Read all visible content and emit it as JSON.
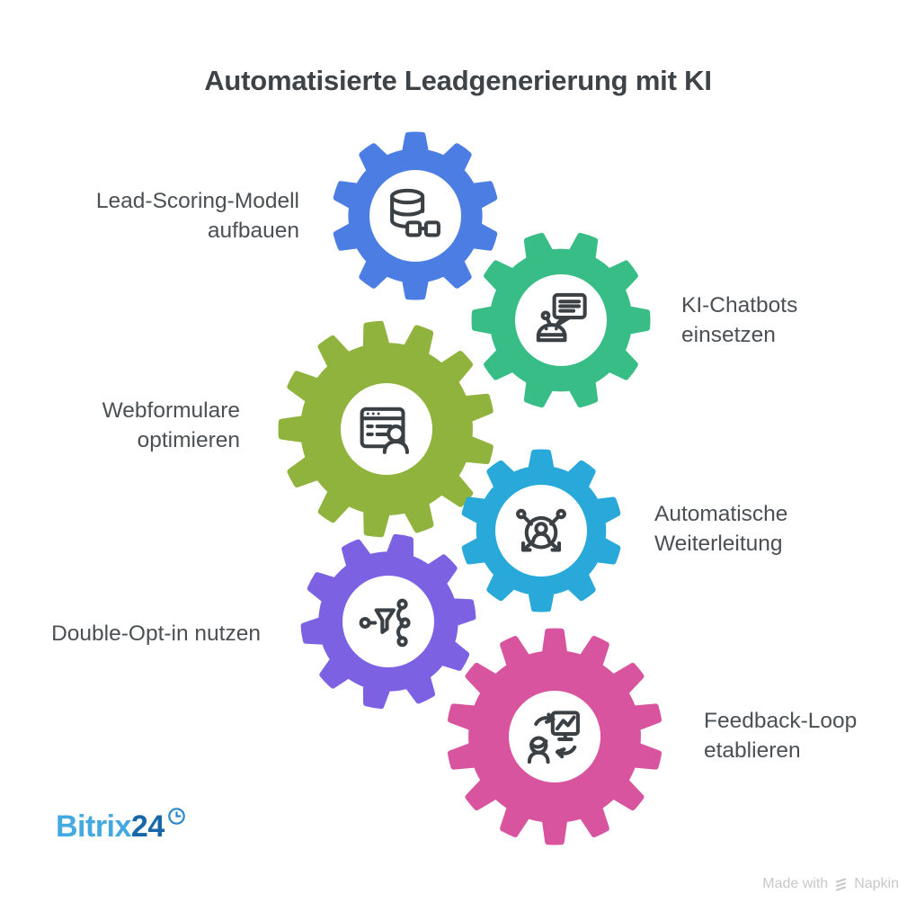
{
  "title": "Automatisierte Leadgenerierung mit KI",
  "steps": [
    {
      "label": "Lead-Scoring-Modell\naufbauen",
      "color": "#4b7de2",
      "icon": "database-icon"
    },
    {
      "label": "KI-Chatbots\neinsetzen",
      "color": "#38bd86",
      "icon": "chatbot-icon"
    },
    {
      "label": "Webformulare\noptimieren",
      "color": "#8fb33c",
      "icon": "webform-icon"
    },
    {
      "label": "Automatische\nWeiterleitung",
      "color": "#29a9da",
      "icon": "lead-routing-icon"
    },
    {
      "label": "Double-Opt-in nutzen",
      "color": "#7c61e2",
      "icon": "funnel-branch-icon"
    },
    {
      "label": "Feedback-Loop\netablieren",
      "color": "#d8549f",
      "icon": "feedback-loop-icon"
    }
  ],
  "logo": {
    "text_primary": "Bitrix",
    "text_secondary": "24",
    "icon": "clock-icon",
    "primary_color": "#45a9e1",
    "secondary_color": "#1767a9",
    "icon_color": "#2d86c7"
  },
  "attribution": {
    "prefix": "Made with",
    "brand": "Napkin",
    "icon": "napkin-logo-icon",
    "color": "#c7c8cb"
  },
  "colors": {
    "background": "#ffffff",
    "title": "#3e4347",
    "label": "#4b5054",
    "icon_stroke": "#3b4045",
    "gear_hub": "#ffffff"
  }
}
